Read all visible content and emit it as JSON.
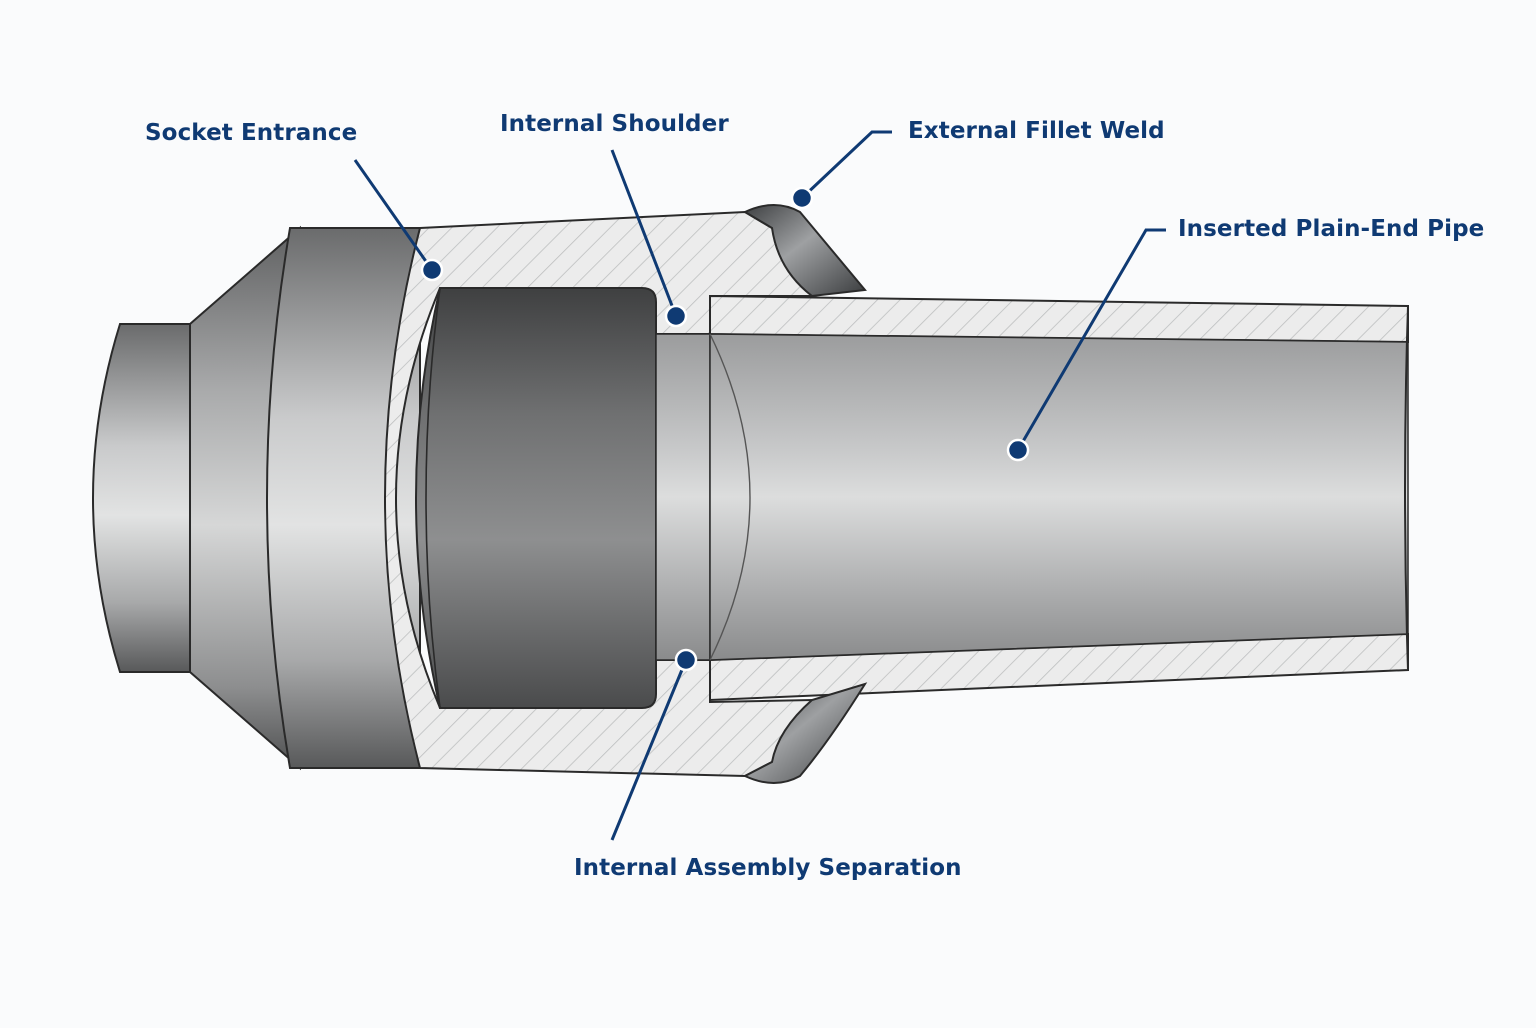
{
  "colors": {
    "label": "#0f3a73",
    "leader": "#0f3a73",
    "steel_light": "#cfd0d1",
    "steel_dark": "#5e5f60",
    "section_fill": "#e9eaea",
    "hatch": "#b9bbbc",
    "weld": "#55575a"
  },
  "labels": {
    "socket_entrance": "Socket Entrance",
    "internal_shoulder": "Internal Shoulder",
    "external_fillet_weld": "External Fillet Weld",
    "inserted_pipe": "Inserted Plain-End Pipe",
    "assembly_separation": "Internal Assembly Separation"
  },
  "icons": {
    "callout_marker": "dot",
    "hatching": "diagonal-section-hatch"
  }
}
